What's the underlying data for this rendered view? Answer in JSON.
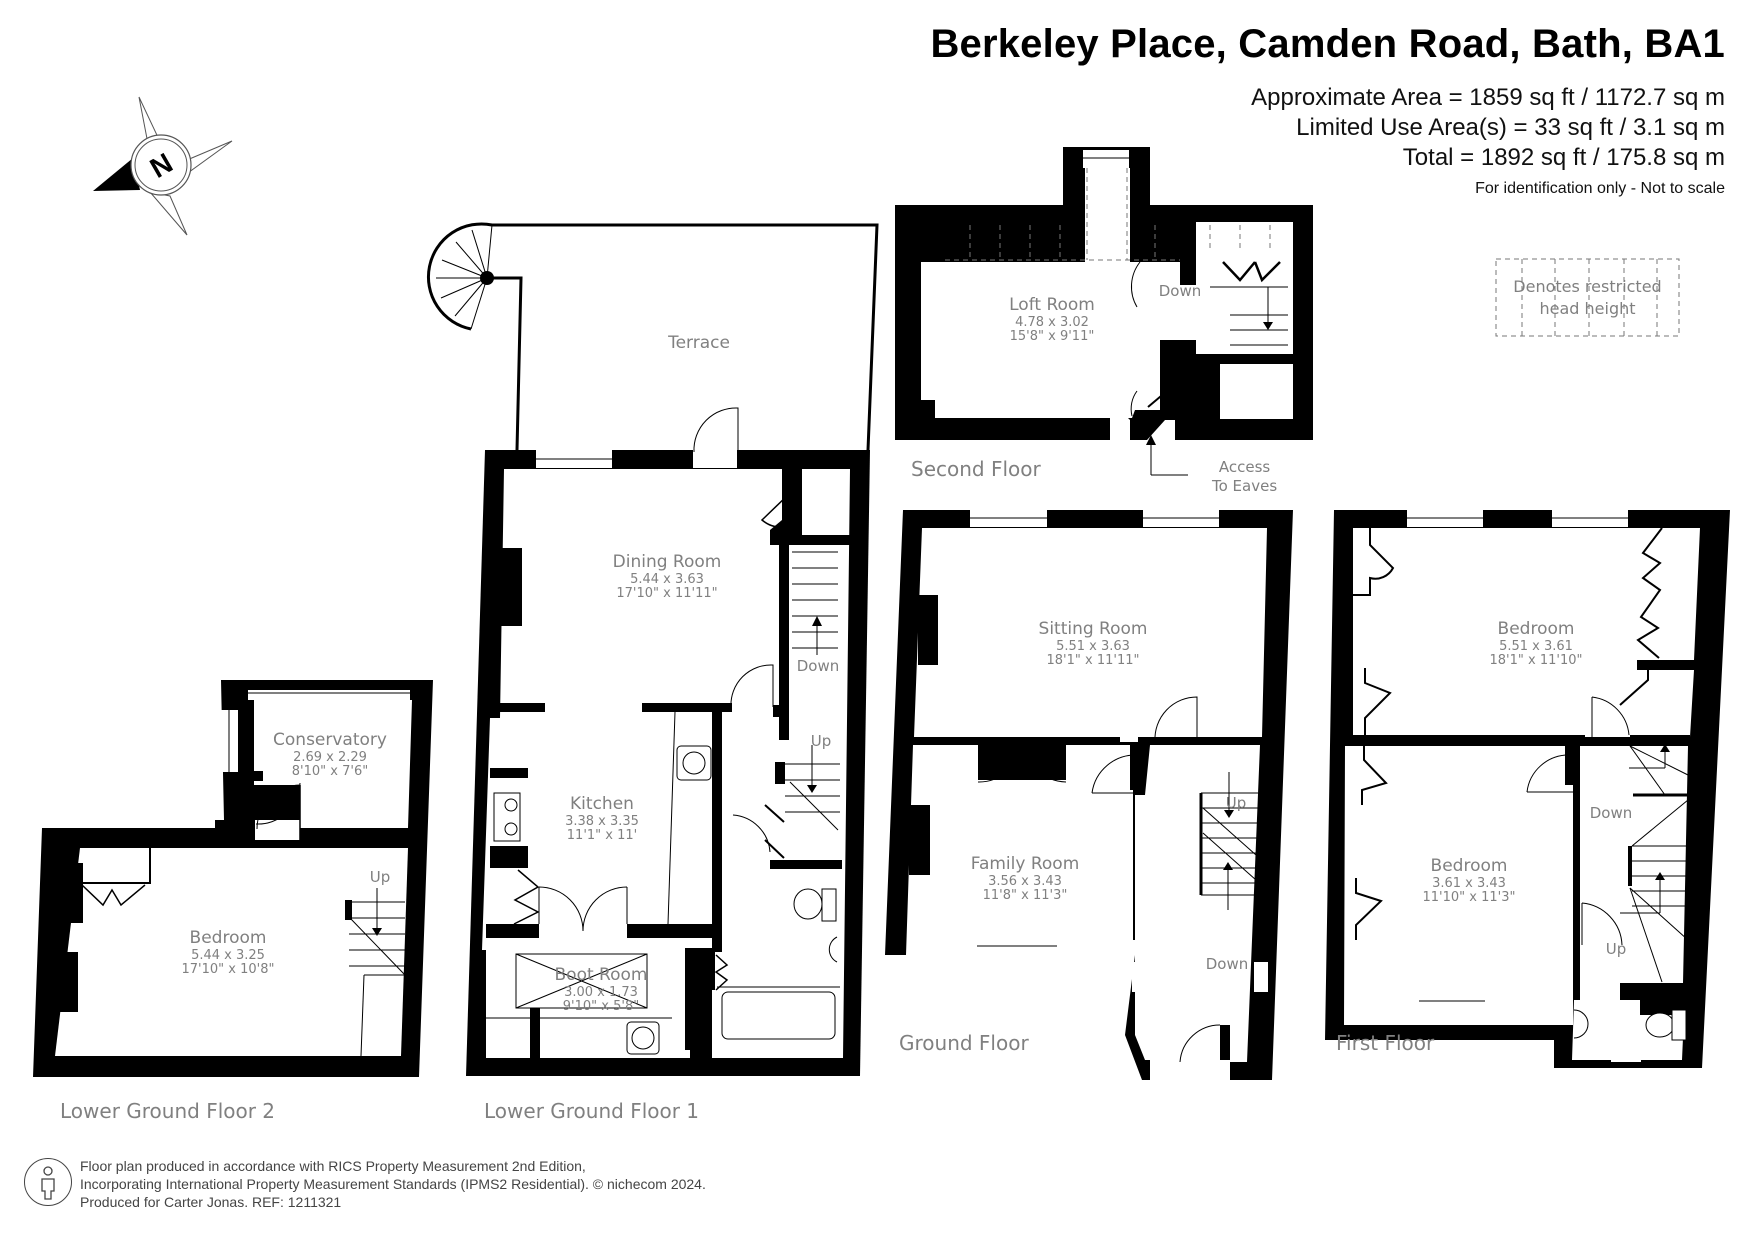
{
  "header": {
    "title": "Berkeley Place, Camden Road, Bath, BA1",
    "approximate_area": "Approximate Area = 1859 sq ft / 1172.7 sq m",
    "limited_use_area": "Limited Use Area(s) = 33 sq ft / 3.1 sq m",
    "total": "Total = 1892 sq ft / 175.8 sq m",
    "note": "For identification only - Not to scale"
  },
  "compass": {
    "label": "N",
    "icon": "compass-north-icon"
  },
  "legend": {
    "line1": "Denotes restricted",
    "line2": "head height"
  },
  "floors": {
    "second": {
      "label": "Second Floor",
      "rooms": [
        {
          "name": "Loft Room",
          "metric": "4.78 x 3.02",
          "imperial": "15'8\" x 9'11\""
        }
      ],
      "stairs": [
        "Down"
      ],
      "annotation": {
        "line1": "Access",
        "line2": "To Eaves"
      }
    },
    "lower_ground_1": {
      "label": "Lower Ground Floor 1",
      "rooms": [
        {
          "name": "Terrace"
        },
        {
          "name": "Dining Room",
          "metric": "5.44 x 3.63",
          "imperial": "17'10\" x 11'11\""
        },
        {
          "name": "Kitchen",
          "metric": "3.38 x 3.35",
          "imperial": "11'1\" x 11'"
        },
        {
          "name": "Boot Room",
          "metric": "3.00 x 1.73",
          "imperial": "9'10\" x 5'8\""
        }
      ],
      "stairs": [
        "Down",
        "Up"
      ]
    },
    "lower_ground_2": {
      "label": "Lower Ground Floor 2",
      "rooms": [
        {
          "name": "Conservatory",
          "metric": "2.69 x 2.29",
          "imperial": "8'10\" x 7'6\""
        },
        {
          "name": "Bedroom",
          "metric": "5.44 x 3.25",
          "imperial": "17'10\" x 10'8\""
        }
      ],
      "stairs": [
        "Up"
      ]
    },
    "ground": {
      "label": "Ground Floor",
      "rooms": [
        {
          "name": "Sitting Room",
          "metric": "5.51 x 3.63",
          "imperial": "18'1\" x 11'11\""
        },
        {
          "name": "Family Room",
          "metric": "3.56 x 3.43",
          "imperial": "11'8\" x 11'3\""
        }
      ],
      "stairs": [
        "Up",
        "Down"
      ]
    },
    "first": {
      "label": "First Floor",
      "rooms": [
        {
          "name": "Bedroom",
          "metric": "5.51 x 3.61",
          "imperial": "18'1\" x 11'10\""
        },
        {
          "name": "Bedroom",
          "metric": "3.61 x 3.43",
          "imperial": "11'10\" x 11'3\""
        }
      ],
      "stairs": [
        "Down",
        "Up"
      ]
    }
  },
  "footer": {
    "line1": "Floor plan produced in accordance with RICS Property Measurement 2nd Edition,",
    "line2": "Incorporating International Property Measurement Standards (IPMS2 Residential).   © nichecom 2024.",
    "line3": "Produced for Carter Jonas.   REF: 1211321"
  },
  "colors": {
    "wall": "#000000",
    "label": "#808080",
    "text": "#111111",
    "background": "#ffffff"
  }
}
